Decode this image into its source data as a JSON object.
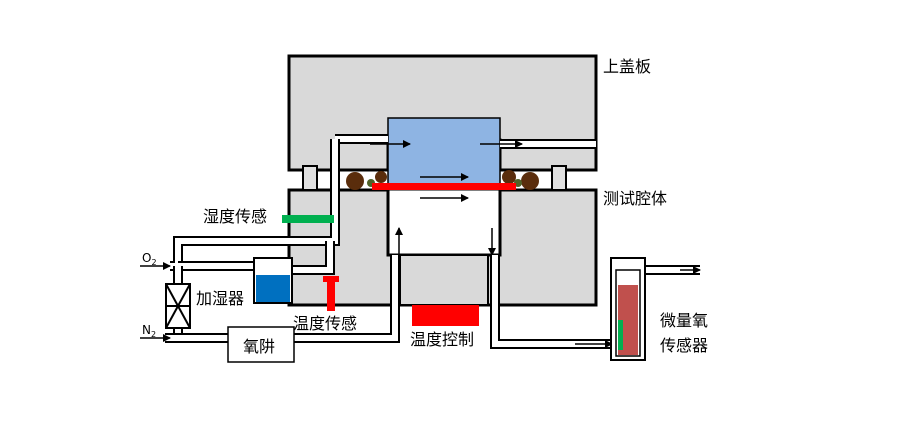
{
  "labels": {
    "top_lid": "上盖板",
    "test_chamber": "测试腔体",
    "humidity_sensor": "湿度传感",
    "humidifier": "加湿器",
    "temperature_sensor": "温度传感",
    "temperature_control": "温度控制",
    "trace_oxygen_line1": "微量氧",
    "trace_oxygen_line2": "传感器",
    "oxygen_trap": "氧阱",
    "o2_main": "O",
    "o2_sub": "2",
    "n2_main": "N",
    "n2_sub": "2"
  },
  "colors": {
    "chamber_fill": "#d9d9d9",
    "film_fill": "#8eb4e3",
    "heater": "#ff0000",
    "humidity_sensor": "#00b050",
    "water": "#0070c0",
    "oxygen_sensor_fill": "#c0504d",
    "seal_ring": "#5a2d0c"
  }
}
